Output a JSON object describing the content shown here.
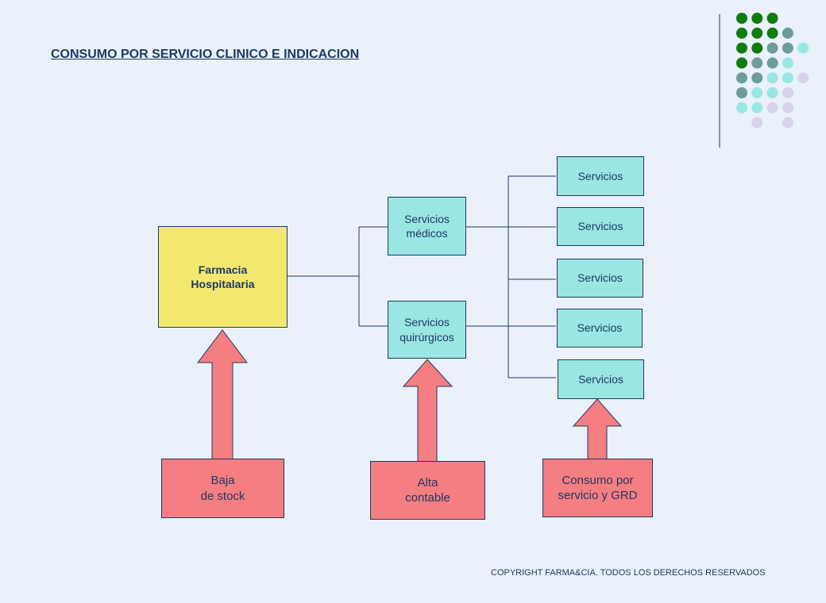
{
  "slide": {
    "title": "CONSUMO POR SERVICIO CLINICO E INDICACION",
    "copyright": "COPYRIGHT  FARMA&CIA. TODOS LOS DERECHOS RESERVADOS"
  },
  "diagram": {
    "root": "Farmacia\nHospitalaria",
    "branches": [
      "Servicios\nmédicos",
      "Servicios\nquirúrgicos"
    ],
    "leaves": [
      "Servicios",
      "Servicios",
      "Servicios",
      "Servicios",
      "Servicios"
    ],
    "callouts": [
      "Baja\nde stock",
      "Alta\ncontable",
      "Consumo  por\nservicio y GRD"
    ]
  },
  "colors": {
    "root_fill": "#f2e86f",
    "node_fill": "#99e6e3",
    "callout_fill": "#f47e81",
    "line": "#1f3864",
    "background": "#eaf1fa"
  }
}
